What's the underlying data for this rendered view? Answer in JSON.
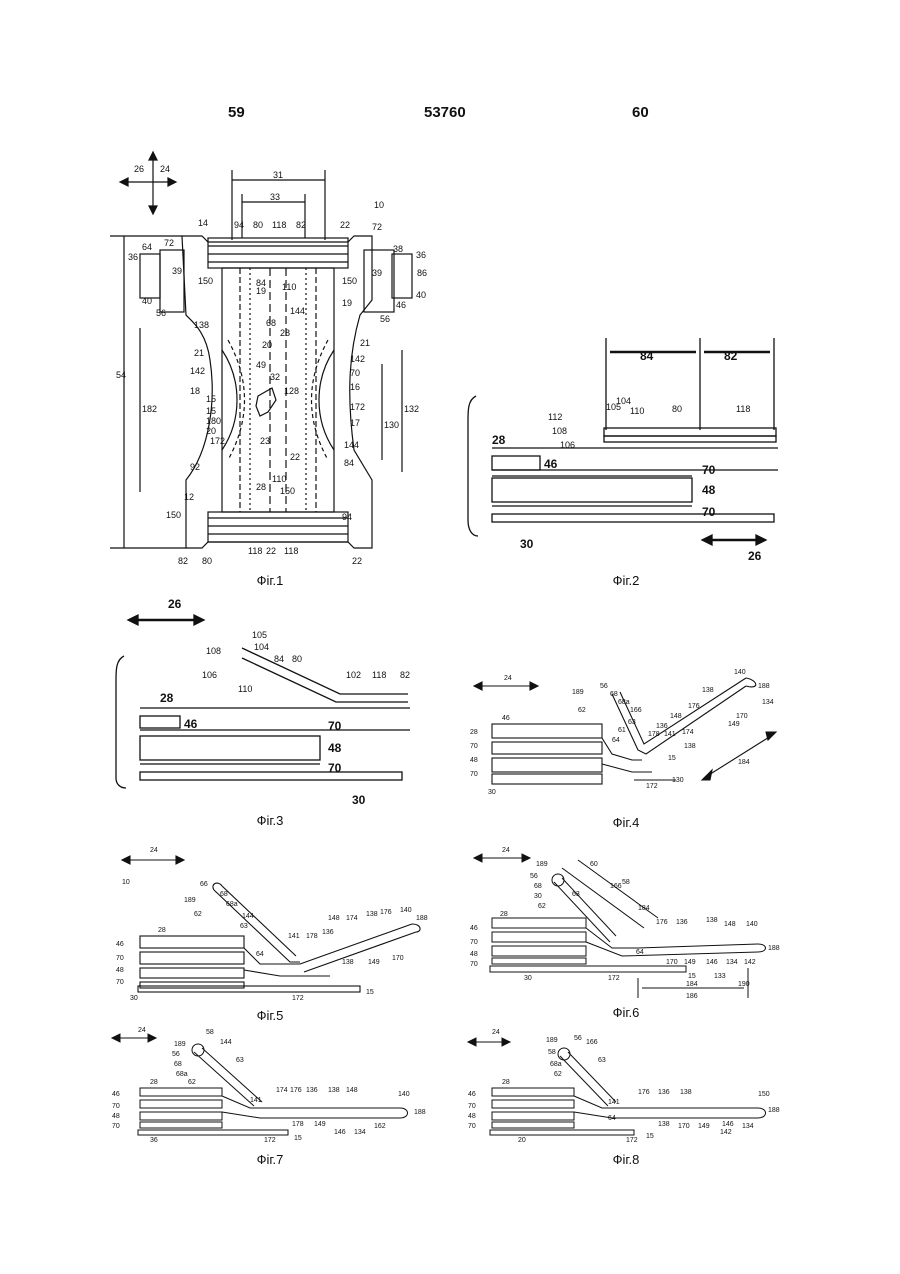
{
  "header": {
    "left_page": "59",
    "center_number": "53760",
    "right_page": "60"
  },
  "figures": [
    {
      "caption": "Фіг.1"
    },
    {
      "caption": "Фіг.2"
    },
    {
      "caption": "Фіг.3"
    },
    {
      "caption": "Фіг.4"
    },
    {
      "caption": "Фіг.5"
    },
    {
      "caption": "Фіг.6"
    },
    {
      "caption": "Фіг.7"
    },
    {
      "caption": "Фіг.8"
    }
  ],
  "fig1_labels": [
    "26",
    "24",
    "31",
    "33",
    "10",
    "14",
    "94",
    "80",
    "118",
    "82",
    "22",
    "72",
    "64",
    "72",
    "38",
    "36",
    "36",
    "39",
    "39",
    "86",
    "40",
    "40",
    "56",
    "56",
    "46",
    "150",
    "150",
    "19",
    "19",
    "84",
    "110",
    "68",
    "28",
    "144",
    "138",
    "20",
    "21",
    "21",
    "142",
    "142",
    "70",
    "49",
    "32",
    "128",
    "16",
    "18",
    "172",
    "15",
    "15",
    "17",
    "180",
    "54",
    "182",
    "132",
    "130",
    "20",
    "144",
    "172",
    "23",
    "22",
    "92",
    "84",
    "110",
    "28",
    "150",
    "150",
    "12",
    "94",
    "82",
    "80",
    "118",
    "22"
  ],
  "fig2_labels": [
    "84",
    "82",
    "104",
    "105",
    "110",
    "80",
    "118",
    "112",
    "108",
    "106",
    "28",
    "46",
    "70",
    "48",
    "70",
    "30",
    "26"
  ],
  "fig3_labels": [
    "26",
    "105",
    "108",
    "104",
    "84",
    "80",
    "102",
    "118",
    "82",
    "106",
    "110",
    "28",
    "46",
    "70",
    "48",
    "70",
    "30"
  ],
  "fig4_labels": [
    "24",
    "56",
    "68",
    "68a",
    "189",
    "62",
    "166",
    "63",
    "61",
    "64",
    "140",
    "188",
    "138",
    "176",
    "148",
    "136",
    "178",
    "141",
    "174",
    "134",
    "170",
    "149",
    "138",
    "15",
    "172",
    "130",
    "184",
    "46",
    "28",
    "70",
    "48",
    "70",
    "30"
  ],
  "fig5_labels": [
    "24",
    "10",
    "66",
    "68",
    "68a",
    "189",
    "62",
    "144",
    "63",
    "141",
    "178",
    "64",
    "148",
    "174",
    "136",
    "138",
    "176",
    "140",
    "188",
    "170",
    "149",
    "138",
    "28",
    "46",
    "70",
    "48",
    "70",
    "30",
    "172",
    "15"
  ],
  "fig6_labels": [
    "24",
    "58",
    "60",
    "166",
    "184",
    "189",
    "56",
    "68",
    "30",
    "62",
    "63",
    "28",
    "46",
    "70",
    "48",
    "70",
    "176",
    "136",
    "138",
    "148",
    "140",
    "188",
    "64",
    "170",
    "149",
    "146",
    "134",
    "142",
    "172",
    "30",
    "15",
    "133",
    "190",
    "184",
    "186"
  ],
  "fig7_labels": [
    "24",
    "189",
    "58",
    "56",
    "68",
    "68a",
    "62",
    "144",
    "63",
    "28",
    "46",
    "70",
    "48",
    "70",
    "36",
    "141",
    "174",
    "176",
    "136",
    "138",
    "148",
    "140",
    "188",
    "178",
    "149",
    "146",
    "134",
    "162",
    "172",
    "15"
  ],
  "fig8_labels": [
    "24",
    "189",
    "56",
    "58",
    "68a",
    "62",
    "166",
    "63",
    "28",
    "46",
    "70",
    "48",
    "70",
    "20",
    "176",
    "136",
    "138",
    "150",
    "188",
    "141",
    "64",
    "138",
    "170",
    "149",
    "146",
    "134",
    "142",
    "172",
    "15"
  ]
}
